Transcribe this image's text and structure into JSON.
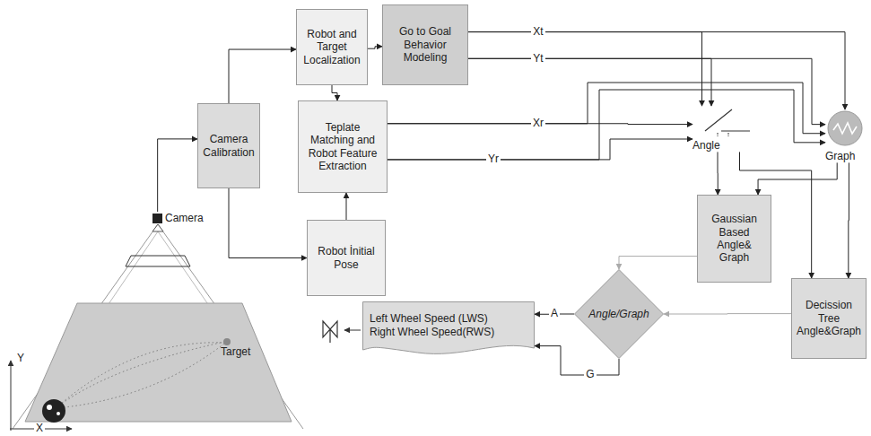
{
  "diagram": {
    "nodes": [
      {
        "text": [
          "Camera"
        ]
      },
      {
        "text": [
          "Camera Calibration"
        ]
      },
      {
        "text": [
          "Robot and Target Localization"
        ]
      },
      {
        "text": [
          "Go to Goal Behavior Modeling"
        ]
      },
      {
        "text": [
          "Teplate Matching and Robot Feature Extraction"
        ]
      },
      {
        "text": [
          "Robot İnitial Pose"
        ]
      },
      {
        "text": [
          "Angle"
        ]
      },
      {
        "text": [
          "Graph"
        ]
      },
      {
        "text": [
          "Gaussian Based Angle& Graph"
        ]
      },
      {
        "text": [
          "Decission Tree Angle&Graph"
        ]
      },
      {
        "text": [
          "Angle/Graph"
        ]
      },
      {
        "text": [
          "Left Wheel Speed (LWS)",
          "Right Wheel Speed(RWS)"
        ]
      }
    ],
    "edges": [
      {
        "from": 0,
        "to": 1,
        "arrow": "to"
      },
      {
        "from": 1,
        "to": 2,
        "arrow": "to"
      },
      {
        "from": 1,
        "to": 5,
        "arrow": "to"
      },
      {
        "from": 5,
        "to": 4,
        "arrow": "to"
      },
      {
        "from": 2,
        "to": 4,
        "arrow": "to"
      },
      {
        "from": 2,
        "to": 3,
        "arrow": "to"
      },
      {
        "from": 3,
        "to": 7,
        "label": "Xt",
        "arrow": "to"
      },
      {
        "from": 3,
        "to": 7,
        "label": "Yt",
        "arrow": "to"
      },
      {
        "from": 3,
        "to": 6,
        "arrow": "to"
      },
      {
        "from": 3,
        "to": 6,
        "arrow": "to"
      },
      {
        "from": 4,
        "to": 6,
        "label": "Xr",
        "arrow": "to"
      },
      {
        "from": 4,
        "to": 6,
        "label": "Yr",
        "arrow": "to"
      },
      {
        "from": 4,
        "to": 7,
        "arrow": "to"
      },
      {
        "from": 4,
        "to": 7,
        "arrow": "to"
      },
      {
        "from": 6,
        "to": 8,
        "arrow": "to"
      },
      {
        "from": 6,
        "to": 9,
        "arrow": "to"
      },
      {
        "from": 7,
        "to": 8,
        "arrow": "to"
      },
      {
        "from": 7,
        "to": 9,
        "arrow": "to"
      },
      {
        "from": 8,
        "to": 10,
        "arrow": "to"
      },
      {
        "from": 9,
        "to": 10,
        "arrow": "to"
      },
      {
        "from": 10,
        "to": 11,
        "label": "A",
        "arrow": "to"
      },
      {
        "from": 10,
        "to": 11,
        "label": "G",
        "arrow": "to"
      }
    ],
    "labels": [
      "Target",
      "Y",
      "X"
    ]
  }
}
